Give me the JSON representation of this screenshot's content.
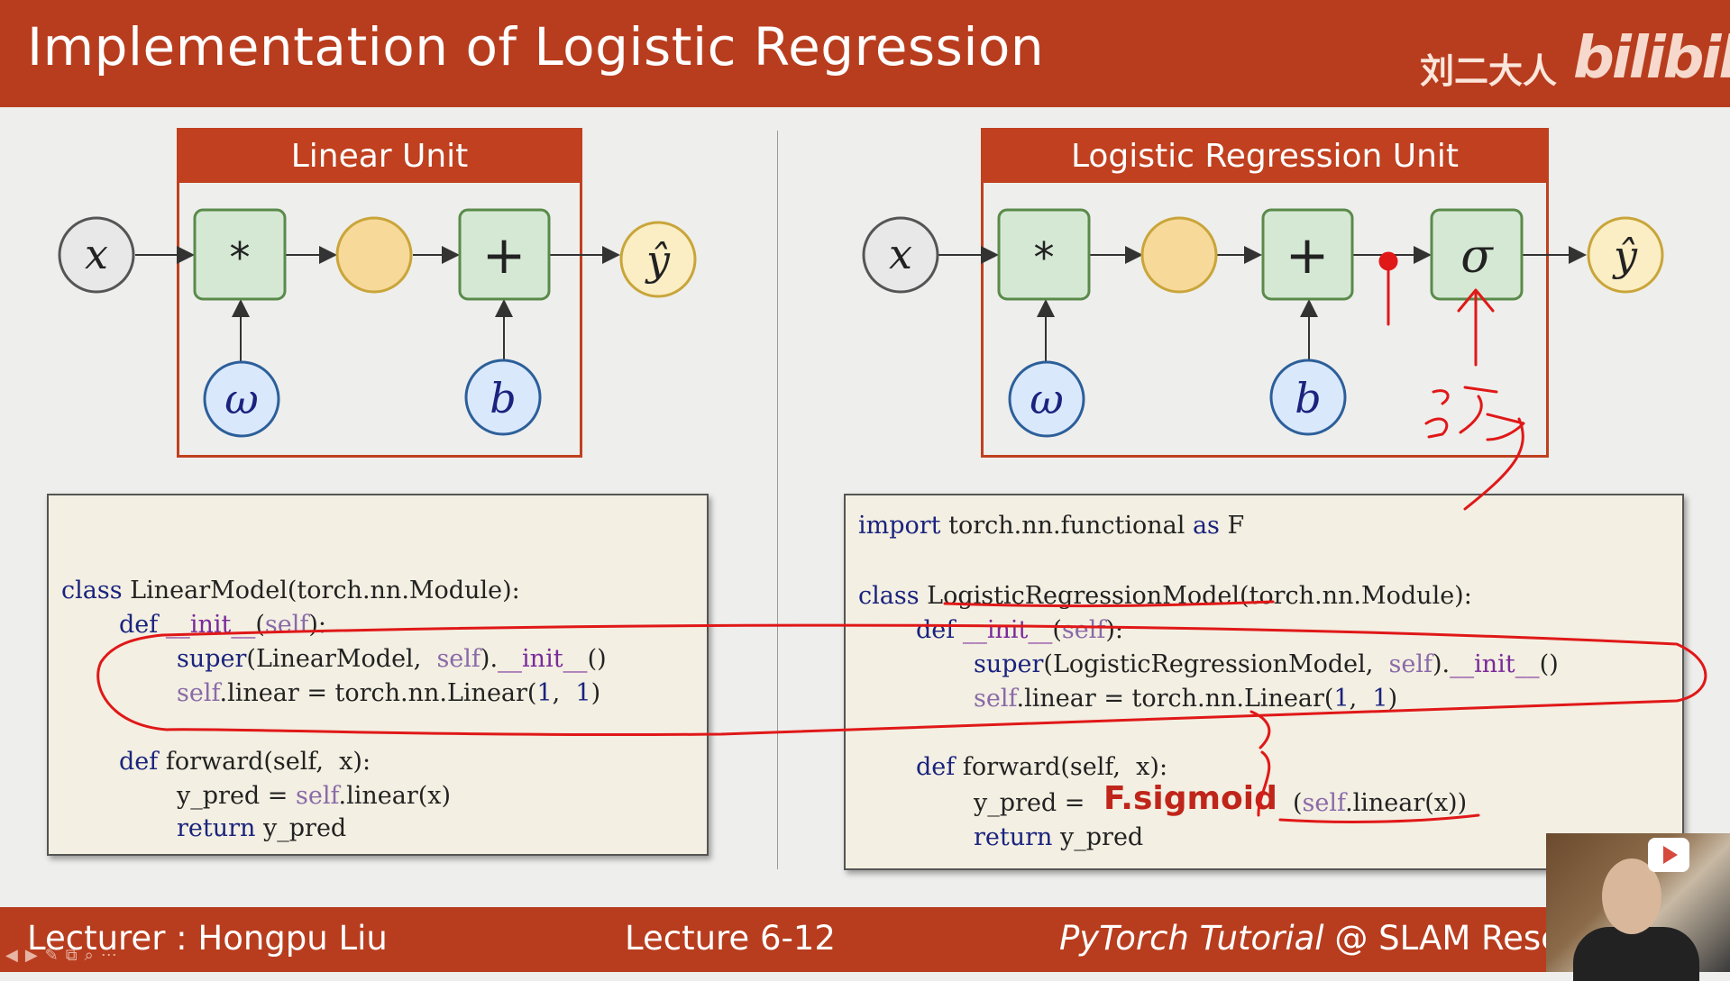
{
  "slide": {
    "title": "Implementation of Logistic Regression",
    "author_cn": "刘二大人",
    "brand": "bilibili"
  },
  "footer": {
    "lecturer": "Lecturer : Hongpu Liu",
    "lecture": "Lecture 6-12",
    "tutorial_italic": "PyTorch Tutorial",
    "tutorial_rest": " @ SLAM Resea"
  },
  "linear_unit": {
    "header": "Linear Unit",
    "nodes": {
      "x": "x",
      "mul": "*",
      "add": "+",
      "w": "ω",
      "b": "b",
      "y": "ŷ"
    }
  },
  "logistic_unit": {
    "header": "Logistic Regression Unit",
    "nodes": {
      "x": "x",
      "mul": "*",
      "add": "+",
      "sigma": "σ",
      "w": "ω",
      "b": "b",
      "y": "ŷ"
    }
  },
  "code_left": {
    "l1_kw": "class",
    "l1_rest": " LinearModel(torch.nn.Module):",
    "l2_kw": "def",
    "l2_dd": "__init__",
    "l2_a": "(",
    "l2_self": "self",
    "l2_b": "):",
    "l3_fn": "super",
    "l3_a": "(LinearModel,  ",
    "l3_self": "self",
    "l3_b": ").",
    "l3_dd": "__init__",
    "l3_c": "()",
    "l4_self": "self",
    "l4_a": ".linear = torch.nn.Linear(",
    "l4_n1": "1",
    "l4_b": ",  ",
    "l4_n2": "1",
    "l4_c": ")",
    "l5_kw": "def",
    "l5_rest": " forward(self,  x):",
    "l6_a": "y_pred = ",
    "l6_self": "self",
    "l6_b": ".linear(x)",
    "l7_kw": "return",
    "l7_rest": " y_pred"
  },
  "code_right": {
    "l0_kw1": "import",
    "l0_mid": " torch.nn.functional ",
    "l0_kw2": "as",
    "l0_end": " F",
    "l1_kw": "class",
    "l1_rest": " LogisticRegressionModel(torch.nn.Module):",
    "l2_kw": "def",
    "l2_dd": "__init__",
    "l2_a": "(",
    "l2_self": "self",
    "l2_b": "):",
    "l3_fn": "super",
    "l3_a": "(LogisticRegressionModel,  ",
    "l3_self": "self",
    "l3_b": ").",
    "l3_dd": "__init__",
    "l3_c": "()",
    "l4_self": "self",
    "l4_a": ".linear = torch.nn.Linear(",
    "l4_n1": "1",
    "l4_b": ",  ",
    "l4_n2": "1",
    "l4_c": ")",
    "l5_kw": "def",
    "l5_rest": " forward(self,  x):",
    "l6_a": "y_pred = ",
    "l6_sig": "F.sigmoid",
    "l6_b": "(",
    "l6_self": "self",
    "l6_c": ".linear(x))",
    "l7_kw": "return",
    "l7_rest": " y_pred"
  },
  "colors": {
    "accent": "#b83d1e",
    "op_fill": "#d5e8d4",
    "op_stroke": "#5a8a4a",
    "param_fill": "#dae8fc",
    "param_stroke": "#2c5f9a",
    "hidden_fill": "#f7d99a",
    "output_fill": "#fbeec4",
    "annotation": "#e01818"
  }
}
